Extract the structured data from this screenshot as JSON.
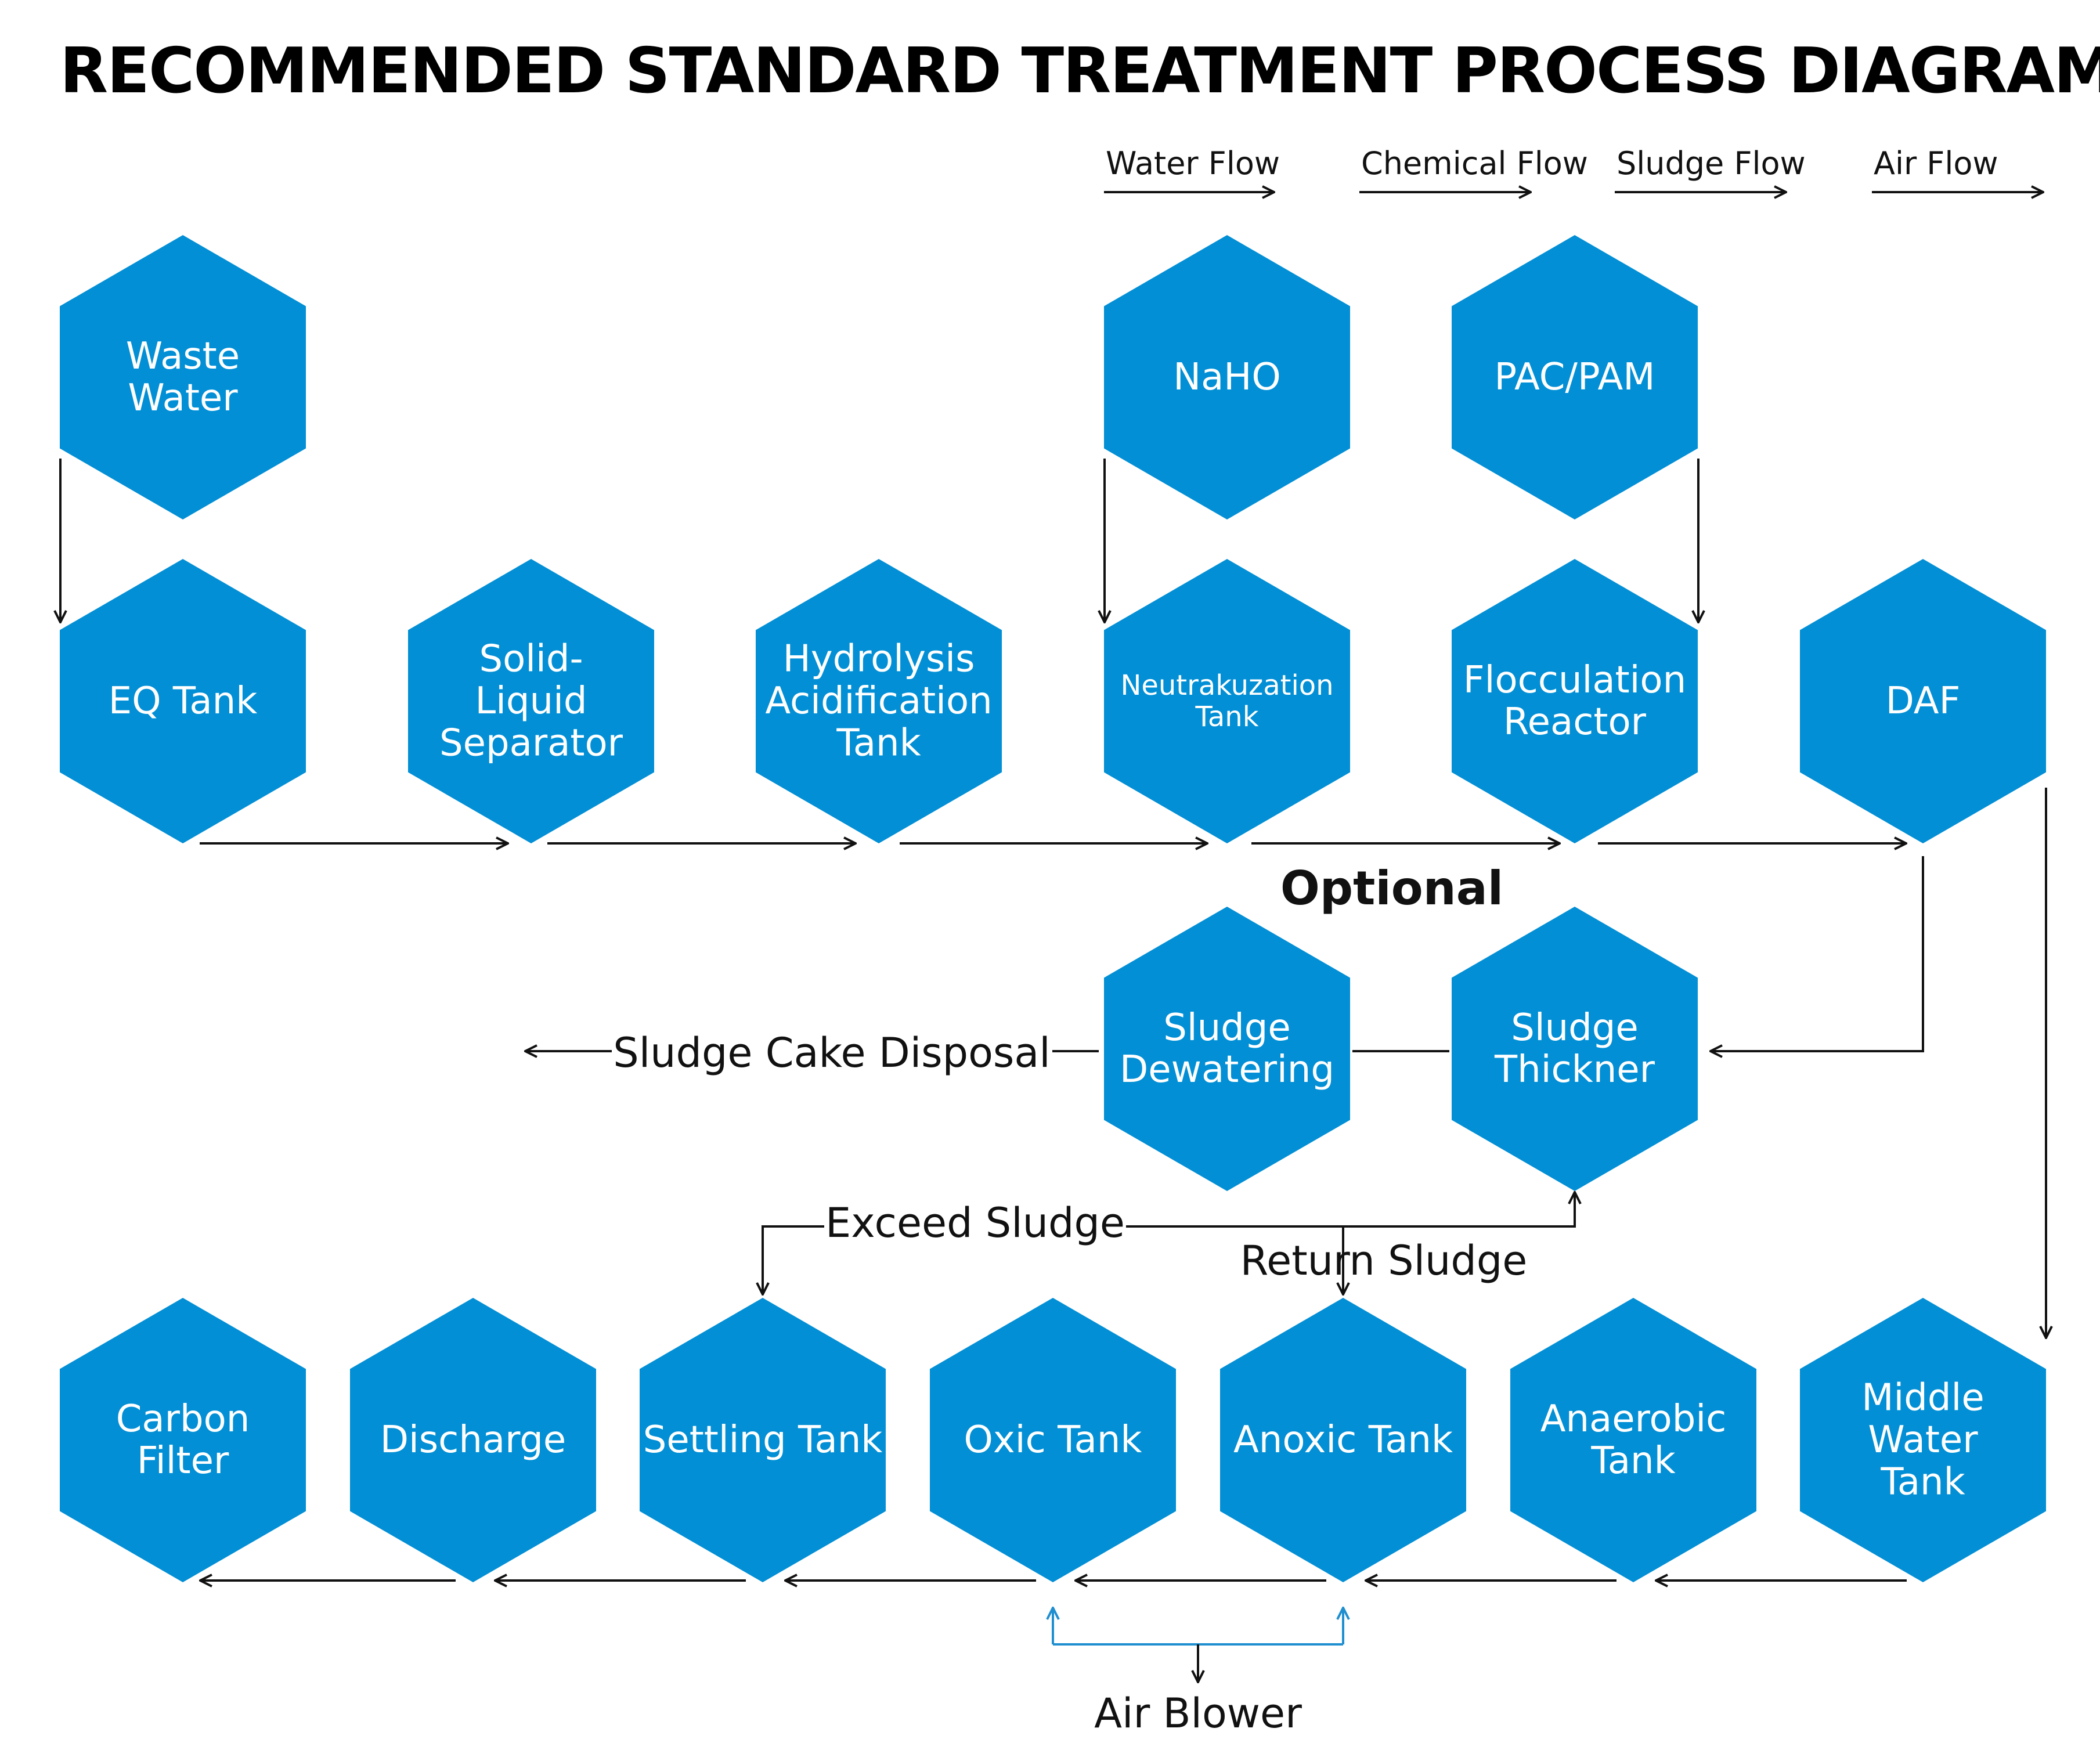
{
  "title": "RECOMMENDED STANDARD TREATMENT PROCESS DIAGRAM",
  "colors": {
    "hexagon": "#028fd5",
    "hex_text": "#ffffff",
    "flow_line": "#111111",
    "air_line": "#1f8fd0"
  },
  "legend": [
    {
      "label": "Water Flow"
    },
    {
      "label": "Chemical Flow"
    },
    {
      "label": "Sludge Flow"
    },
    {
      "label": "Air Flow"
    }
  ],
  "nodes": {
    "waste_water": [
      "Waste",
      "Water"
    ],
    "naho": [
      "NaHO"
    ],
    "pac_pam": [
      "PAC/PAM"
    ],
    "eq_tank": [
      "EQ Tank"
    ],
    "separator": [
      "Solid-",
      "Liquid",
      "Separator"
    ],
    "hydrolysis": [
      "Hydrolysis",
      "Acidification",
      "Tank"
    ],
    "neutralization": [
      "Neutrakuzation",
      "Tank"
    ],
    "flocculation": [
      "Flocculation",
      "Reactor"
    ],
    "daf": [
      "DAF"
    ],
    "sludge_dewatering": [
      "Sludge",
      "Dewatering"
    ],
    "sludge_thickner": [
      "Sludge",
      "Thickner"
    ],
    "carbon_filter": [
      "Carbon",
      "Filter"
    ],
    "discharge": [
      "Discharge"
    ],
    "settling_tank": [
      "Settling Tank"
    ],
    "oxic_tank": [
      "Oxic Tank"
    ],
    "anoxic_tank": [
      "Anoxic Tank"
    ],
    "anaerobic_tank": [
      "Anaerobic",
      "Tank"
    ],
    "middle_water_tank": [
      "Middle",
      "Water",
      "Tank"
    ]
  },
  "annotations": {
    "optional": "Optional",
    "sludge_cake_disposal": "Sludge Cake Disposal",
    "exceed_sludge": "Exceed Sludge",
    "return_sludge": "Return Sludge",
    "air_blower": "Air Blower"
  }
}
